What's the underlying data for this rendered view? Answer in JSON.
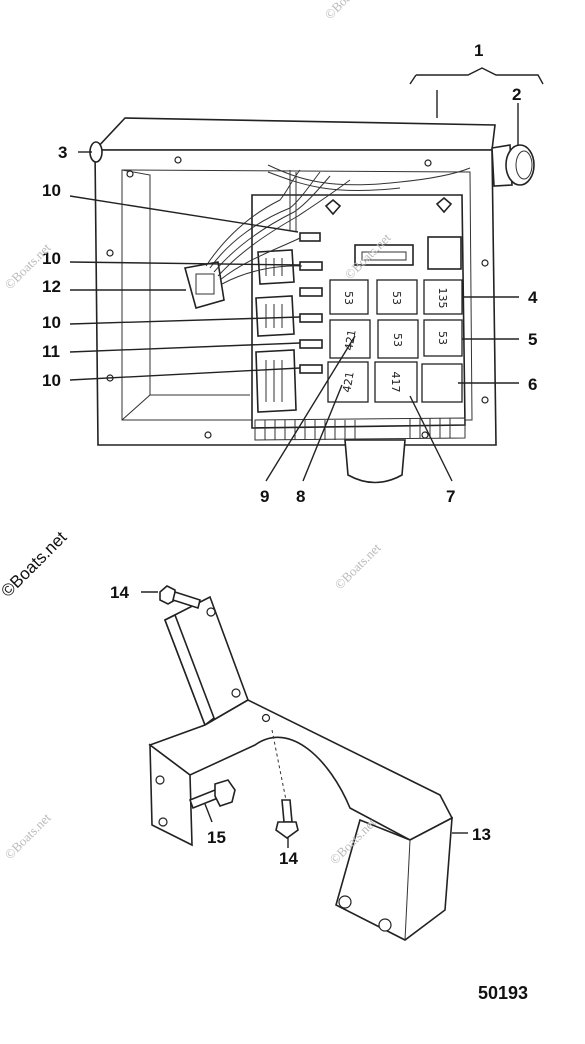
{
  "callouts": {
    "c1": "1",
    "c2": "2",
    "c3": "3",
    "c4": "4",
    "c5": "5",
    "c6": "6",
    "c7": "7",
    "c8": "8",
    "c9": "9",
    "c10a": "10",
    "c10b": "10",
    "c10c": "10",
    "c10d": "10",
    "c11": "11",
    "c12": "12",
    "c13": "13",
    "c14a": "14",
    "c14b": "14",
    "c15": "15"
  },
  "fuses": {
    "f1": "53",
    "f2": "53",
    "f3": "135",
    "f4": "421",
    "f5": "53",
    "f6": "53",
    "f7": "421",
    "f8": "417"
  },
  "watermark": "©Boats.net",
  "figure_number": "50193"
}
